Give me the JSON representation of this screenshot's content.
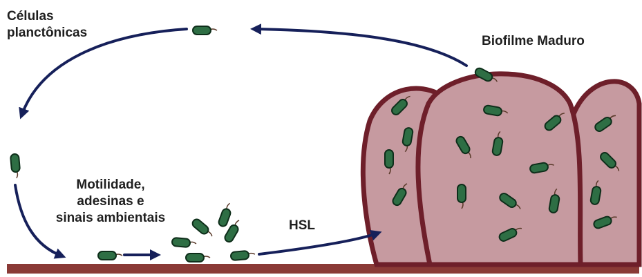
{
  "labels": {
    "planktonic_line1": "Células",
    "planktonic_line2": "planctônicas",
    "mature_biofilm": "Biofilme Maduro",
    "motility_line1": "Motilidade,",
    "motility_line2": "adesinas e",
    "motility_line3": "sinais ambientais",
    "hsl": "HSL"
  },
  "colors": {
    "arrow": "#16205a",
    "bacterium": "#2e6e44",
    "bacterium_outline": "#0e2e1a",
    "biofilm_fill": "#c69aa0",
    "biofilm_outline": "#6e1f2a",
    "surface": "#8a3a36"
  },
  "icons": [
    "bacterium-icon",
    "biofilm-tower-icon"
  ]
}
